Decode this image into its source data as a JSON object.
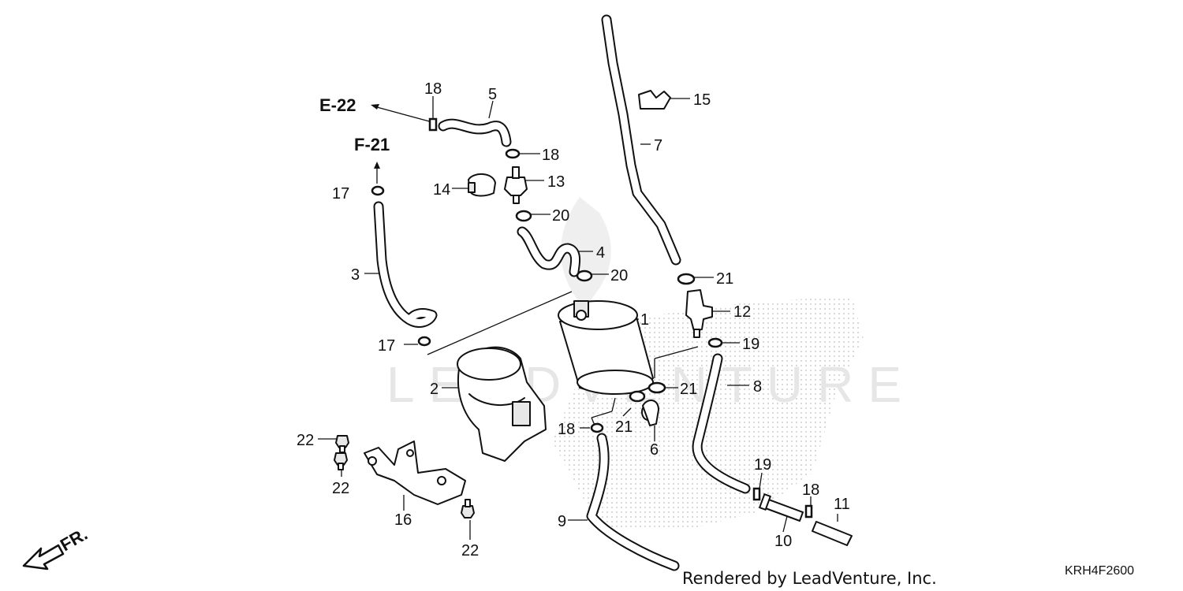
{
  "watermark": "LEADVENTURE",
  "references": {
    "e22": "E-22",
    "f21": "F-21"
  },
  "parts": {
    "p1": "1",
    "p2": "2",
    "p3": "3",
    "p4": "4",
    "p5": "5",
    "p6": "6",
    "p7": "7",
    "p8": "8",
    "p9": "9",
    "p10": "10",
    "p11": "11",
    "p12": "12",
    "p13": "13",
    "p14": "14",
    "p15": "15",
    "p16": "16",
    "p17a": "17",
    "p17b": "17",
    "p18a": "18",
    "p18b": "18",
    "p18c": "18",
    "p18d": "18",
    "p19a": "19",
    "p19b": "19",
    "p20a": "20",
    "p20b": "20",
    "p21a": "21",
    "p21b": "21",
    "p21c": "21",
    "p22a": "22",
    "p22b": "22",
    "p22c": "22"
  },
  "direction": "FR.",
  "credit": "Rendered by LeadVenture, Inc.",
  "diagram_code": "KRH4F2600"
}
